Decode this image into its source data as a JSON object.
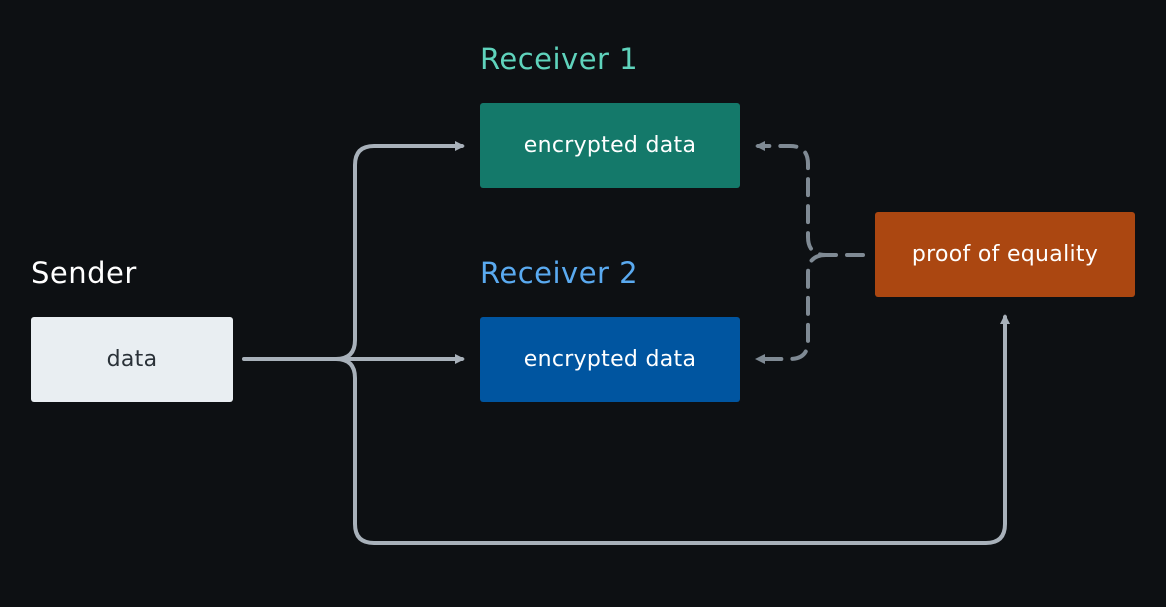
{
  "colors": {
    "background": "#0d1013",
    "sender_text": "#ffffff",
    "receiver1_accent": "#5fd3bc",
    "receiver2_accent": "#5aaaf0",
    "data_box_fill": "#e9eef2",
    "data_box_text": "#2a3138",
    "enc1_fill": "#14796a",
    "enc2_fill": "#0055a0",
    "proof_fill": "#ab4711",
    "box_text_light": "#ffffff",
    "connector": "#a8b1ba",
    "dashed_connector": "#7f8a94"
  },
  "sender": {
    "label": "Sender",
    "box_label": "data"
  },
  "receiver1": {
    "label": "Receiver 1",
    "box_label": "encrypted data"
  },
  "receiver2": {
    "label": "Receiver 2",
    "box_label": "encrypted data"
  },
  "proof": {
    "box_label": "proof of equality"
  },
  "icons": {
    "arrow": "arrowhead-icon"
  }
}
